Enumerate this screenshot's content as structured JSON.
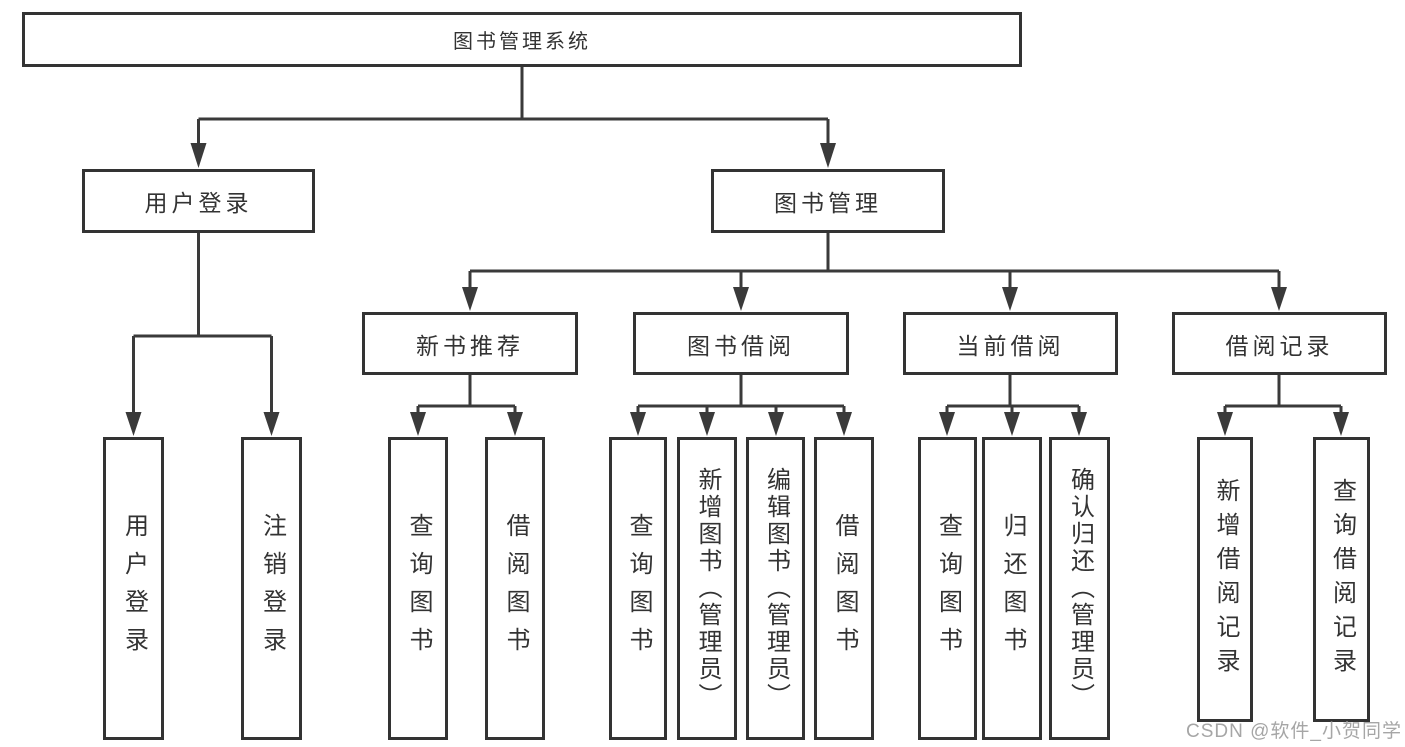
{
  "diagram": {
    "type": "tree",
    "colors": {
      "line": "#3a3a3a",
      "box_border": "#333333",
      "box_fill": "#ffffff",
      "text": "#333333",
      "watermark": "#a6a6a6",
      "background": "#ffffff"
    },
    "tree": {
      "root": "图书管理系统",
      "children": [
        {
          "label": "用户登录",
          "children": [
            "用户登录",
            "注销登录"
          ]
        },
        {
          "label": "图书管理",
          "children": [
            {
              "label": "新书推荐",
              "children": [
                "查询图书",
                "借阅图书"
              ]
            },
            {
              "label": "图书借阅",
              "children": [
                "查询图书",
                "新增图书（管理员）",
                "编辑图书（管理员）",
                "借阅图书"
              ]
            },
            {
              "label": "当前借阅",
              "children": [
                "查询图书",
                "归还图书",
                "确认归还（管理员）"
              ]
            },
            {
              "label": "借阅记录",
              "children": [
                "新增借阅记录",
                "查询借阅记录"
              ]
            }
          ]
        }
      ]
    },
    "watermark": "CSDN @软件_小贺同学"
  }
}
